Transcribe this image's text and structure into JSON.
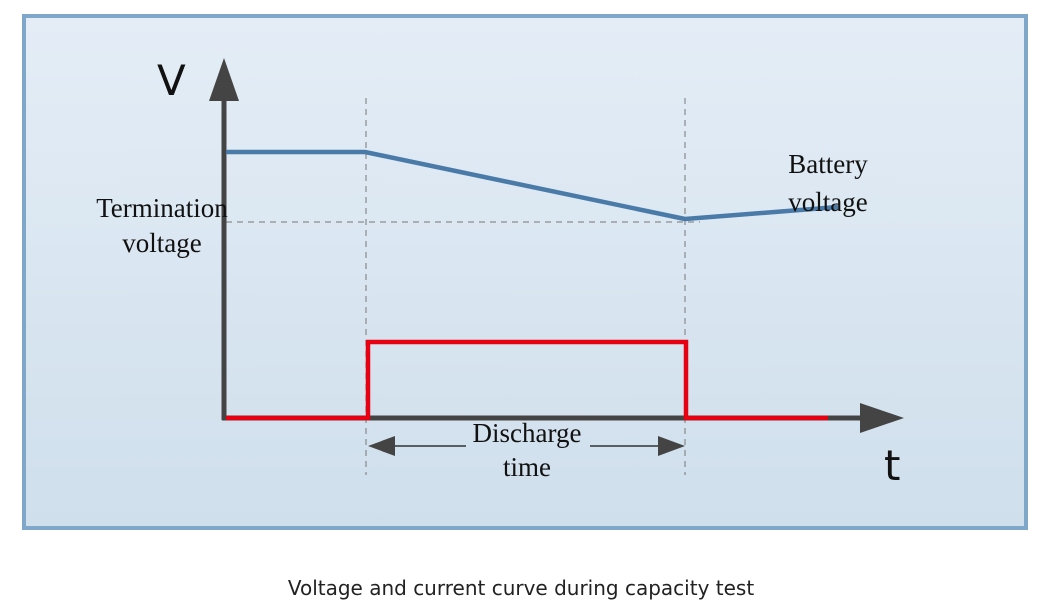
{
  "diagram": {
    "y_axis_label": "V",
    "x_axis_label": "t",
    "termination_label_line1": "Termination",
    "termination_label_line2": "voltage",
    "battery_label_line1": "Battery",
    "battery_label_line2": "voltage",
    "discharge_label_line1": "Discharge",
    "discharge_label_line2": "time",
    "colors": {
      "voltage": "#4a7aa8",
      "current": "#e60012",
      "axis": "#444444"
    }
  },
  "caption": "Voltage and current curve during capacity test"
}
